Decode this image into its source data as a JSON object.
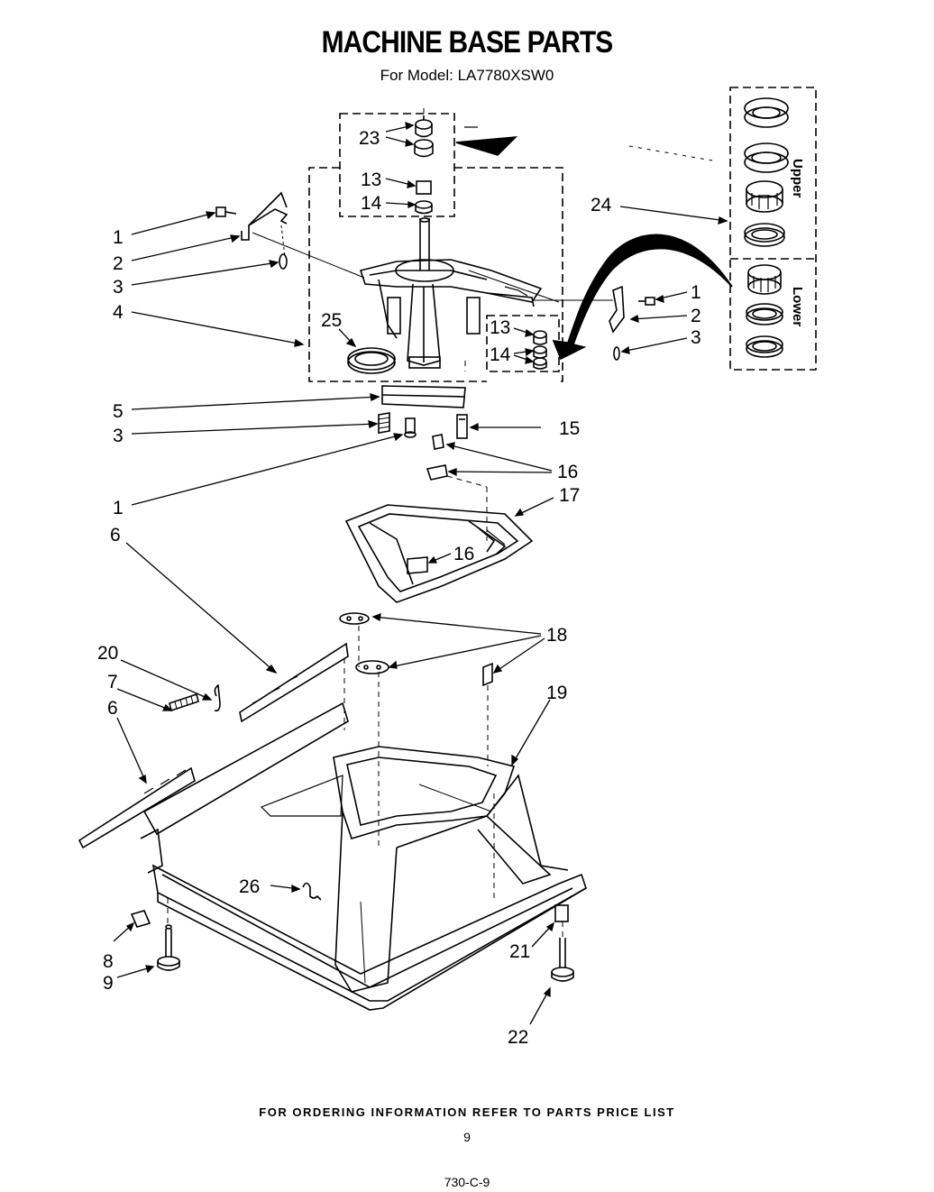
{
  "header": {
    "title": "MACHINE BASE PARTS",
    "subtitle": "For Model: LA7780XSW0"
  },
  "callouts": {
    "c23": "23",
    "c13a": "13",
    "c14a": "14",
    "c24": "24",
    "c1a": "1",
    "c2a": "2",
    "c3a": "3",
    "c4": "4",
    "c25": "25",
    "c13b": "13",
    "c14b": "14",
    "c1b": "1",
    "c2b": "2",
    "c3b": "3",
    "c5": "5",
    "c3c": "3",
    "c15": "15",
    "c16a": "16",
    "c1c": "1",
    "c17": "17",
    "c6a": "6",
    "c16b": "16",
    "c18": "18",
    "c20": "20",
    "c7": "7",
    "c6b": "6",
    "c19": "19",
    "c26": "26",
    "c8": "8",
    "c9": "9",
    "c21": "21",
    "c22": "22"
  },
  "bearing_panel": {
    "upper_label": "Upper",
    "lower_label": "Lower"
  },
  "footer": {
    "ordering_note": "FOR ORDERING INFORMATION REFER TO PARTS PRICE LIST",
    "page_number": "9",
    "doc_code": "730-C-9"
  }
}
